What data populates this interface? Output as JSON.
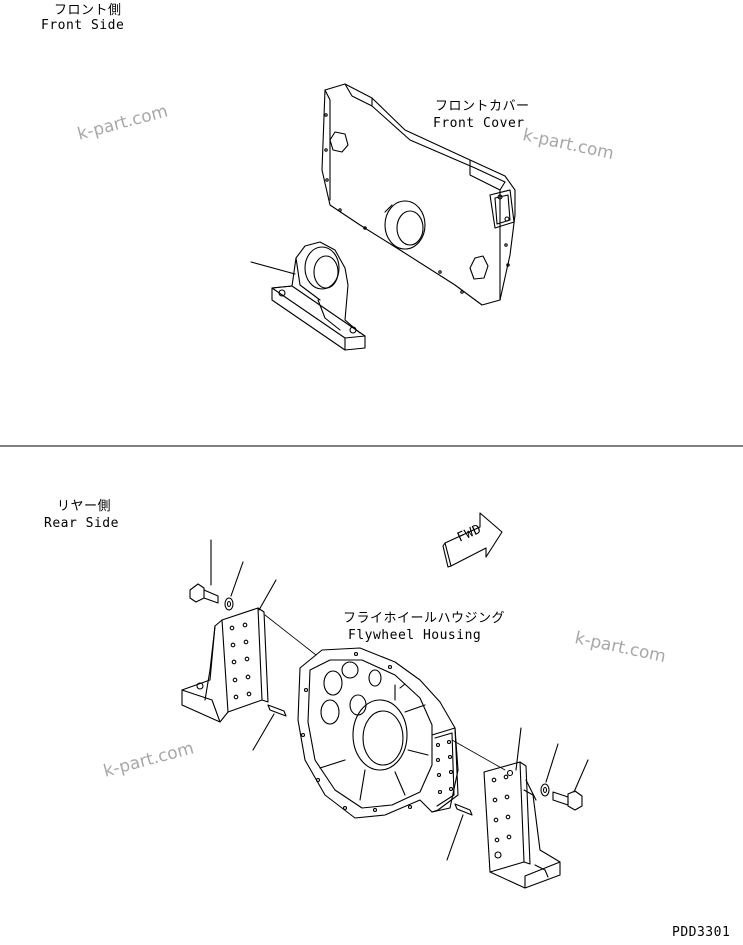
{
  "labels": {
    "front_side_jp": "フロント側",
    "front_side_en": "Front Side",
    "front_cover_jp": "フロントカバー",
    "front_cover_en": "Front Cover",
    "rear_side_jp": "リヤー側",
    "rear_side_en": "Rear Side",
    "flywheel_housing_jp": "フライホイールハウジング",
    "flywheel_housing_en": "Flywheel Housing",
    "fwd": "FWD",
    "drawing_code": "PDD3301"
  },
  "watermarks": [
    "k-part.com",
    "k-part.com",
    "k-part.com",
    "k-part.com"
  ],
  "colors": {
    "line": "#000000",
    "watermark": "#8a8a8a"
  }
}
